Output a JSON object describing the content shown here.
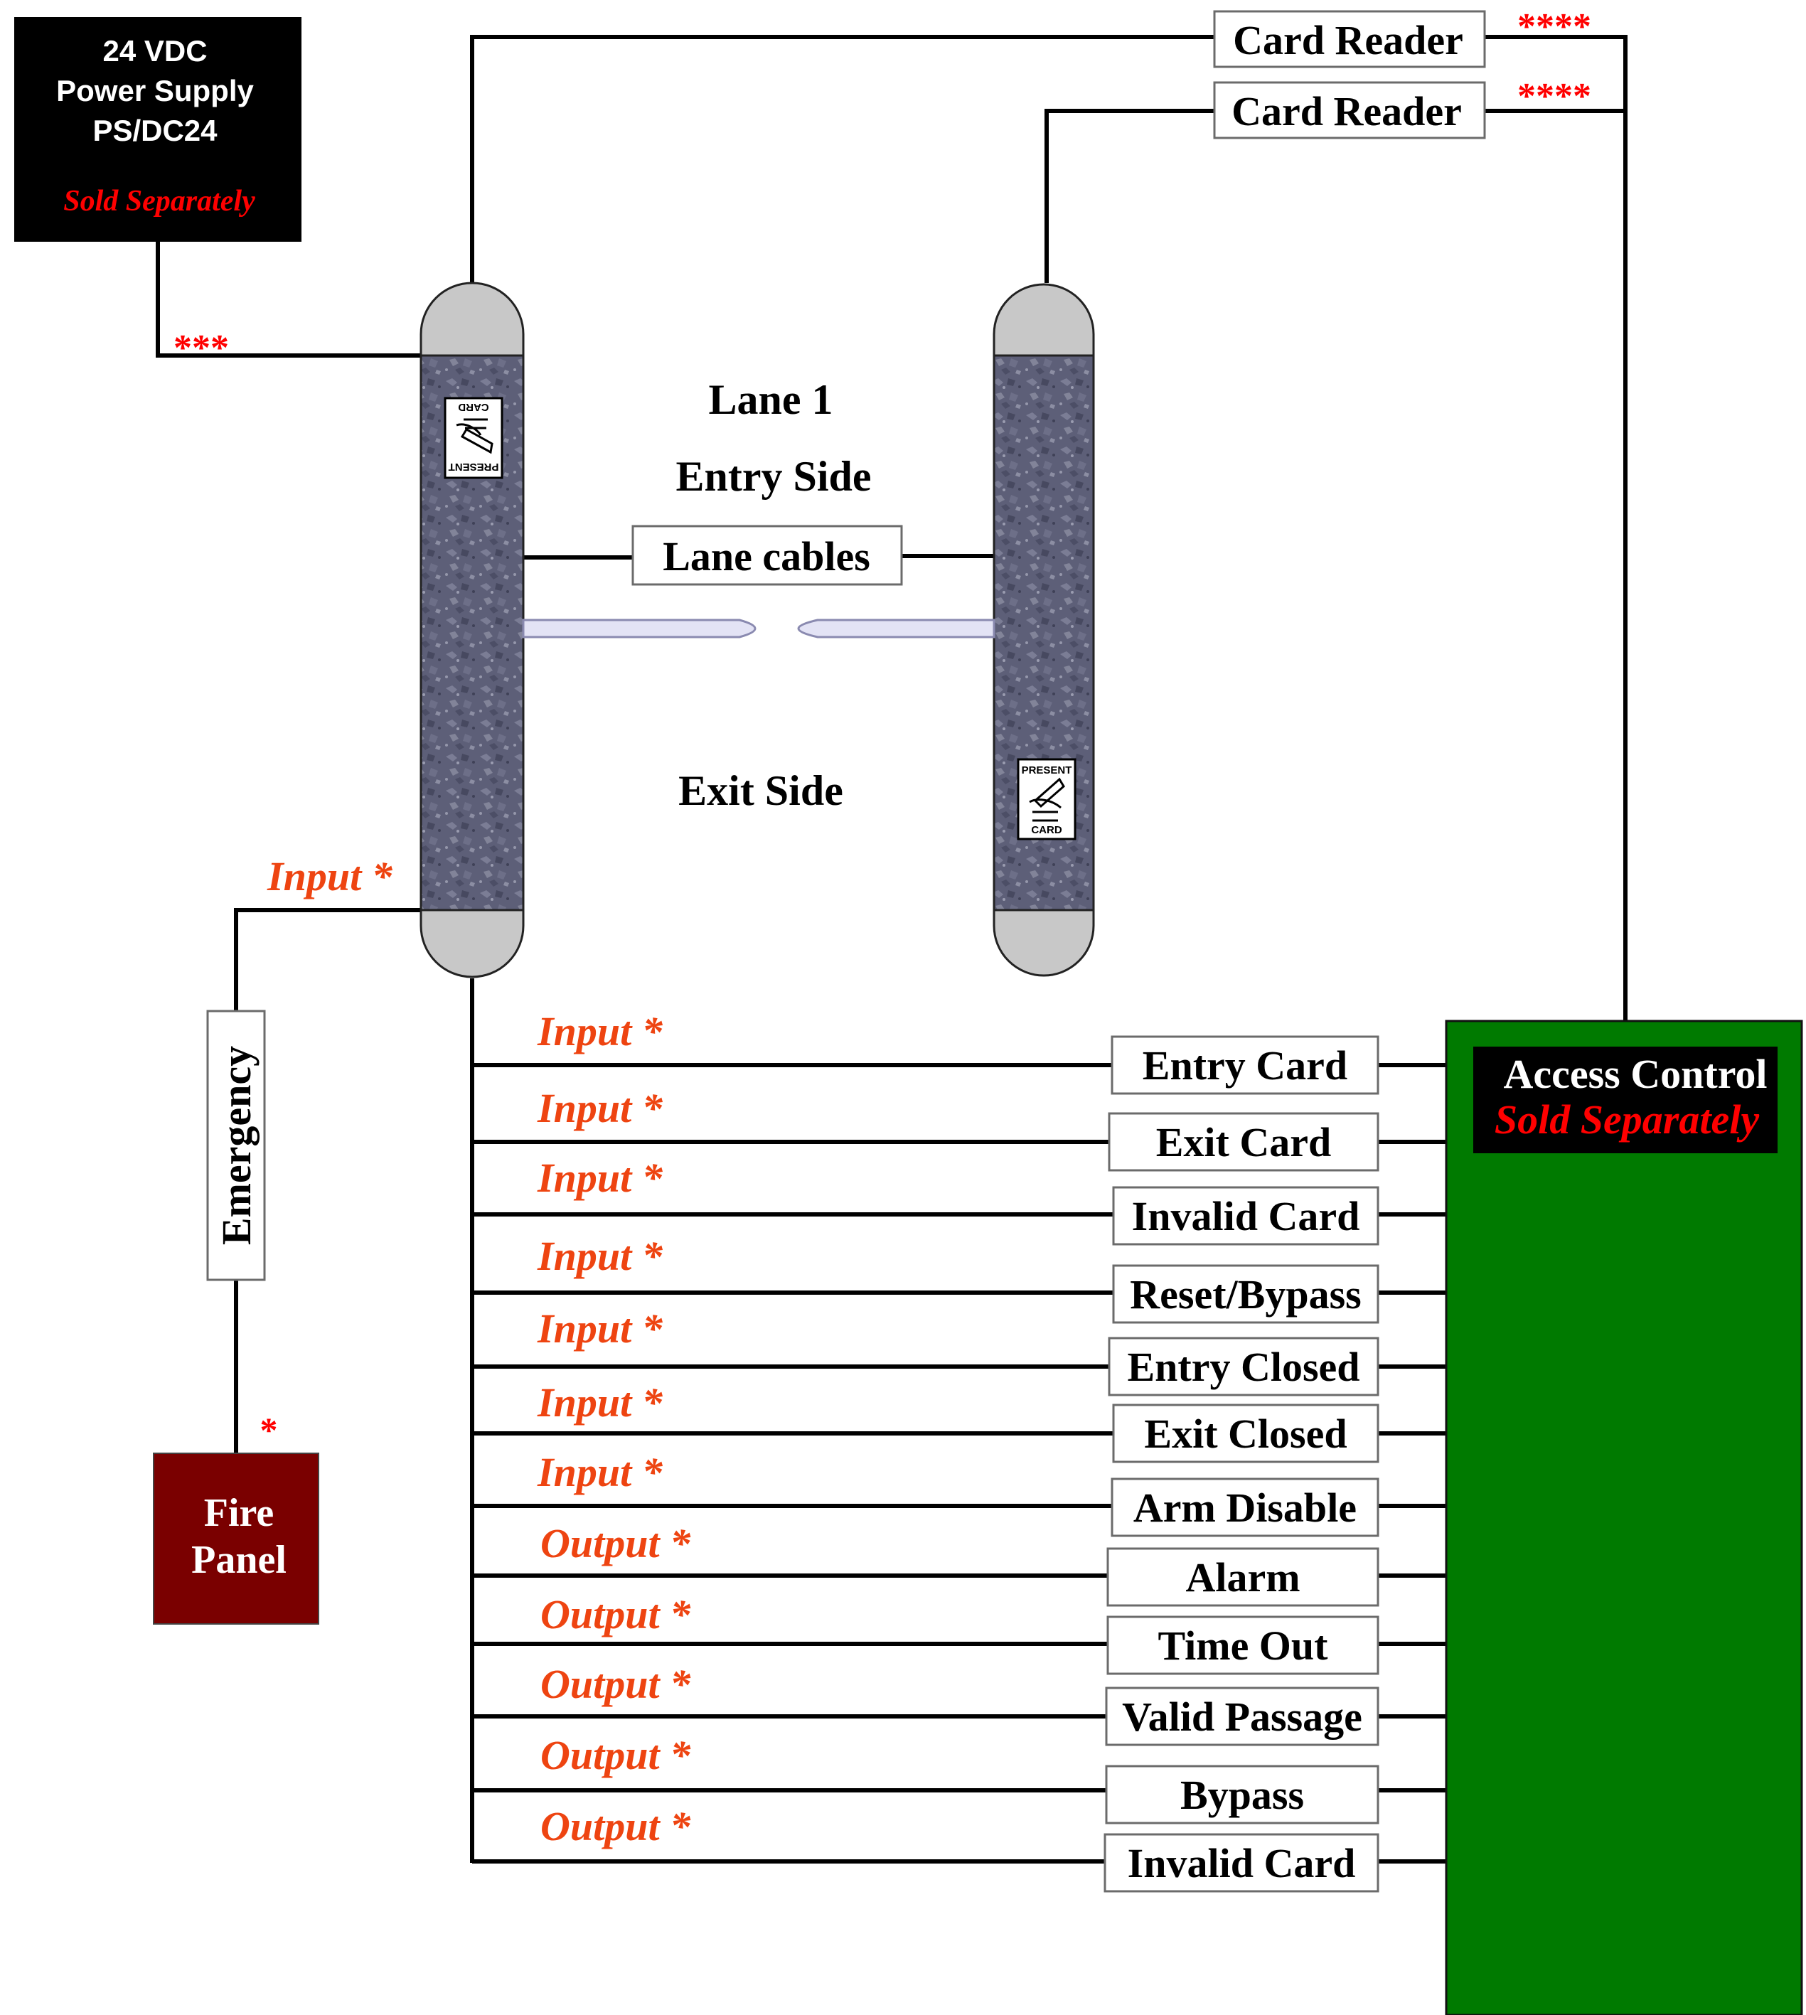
{
  "colors": {
    "wire": "#000000",
    "power_supply_bg": "#000000",
    "fire_panel_bg": "#7a0000",
    "access_control_bg": "#007a00",
    "sold_separately": "#ff0000",
    "io_label": "#ee4411",
    "stars": "#ff0000",
    "cap": "#c8c8c8",
    "post_stone": "#5d5f78",
    "arm": "#e3e3f5"
  },
  "power_supply": {
    "line1": "24 VDC",
    "line2": "Power Supply",
    "line3": "PS/DC24",
    "note": "Sold Separately",
    "stars": "***"
  },
  "card_readers": [
    {
      "label": "Card Reader",
      "stars": "****"
    },
    {
      "label": "Card Reader",
      "stars": "****"
    }
  ],
  "lane": {
    "title": "Lane 1",
    "entry_side": "Entry Side",
    "exit_side": "Exit Side",
    "lane_cables": "Lane cables"
  },
  "present_card_icons": [
    {
      "icon": "present-card-icon",
      "top_text": "PRESENT",
      "bottom_text": "CARD"
    },
    {
      "icon": "present-card-icon",
      "top_text": "PRESENT",
      "bottom_text": "CARD"
    }
  ],
  "emergency": {
    "label": "Emergency",
    "input_label": "Input *",
    "star": "*"
  },
  "fire_panel": {
    "line1": "Fire",
    "line2": "Panel"
  },
  "access_control": {
    "title": "Access Control",
    "note": "Sold Separately"
  },
  "signals": [
    {
      "io": "Input *",
      "label": "Entry Card"
    },
    {
      "io": "Input *",
      "label": "Exit Card"
    },
    {
      "io": "Input *",
      "label": "Invalid Card"
    },
    {
      "io": "Input *",
      "label": "Reset/Bypass"
    },
    {
      "io": "Input *",
      "label": "Entry Closed"
    },
    {
      "io": "Input *",
      "label": "Exit Closed"
    },
    {
      "io": "Input *",
      "label": "Arm Disable"
    },
    {
      "io": "Output *",
      "label": "Alarm"
    },
    {
      "io": "Output *",
      "label": "Time Out"
    },
    {
      "io": "Output *",
      "label": "Valid Passage"
    },
    {
      "io": "Output *",
      "label": "Bypass"
    },
    {
      "io": "Output *",
      "label": "Invalid Card"
    }
  ]
}
